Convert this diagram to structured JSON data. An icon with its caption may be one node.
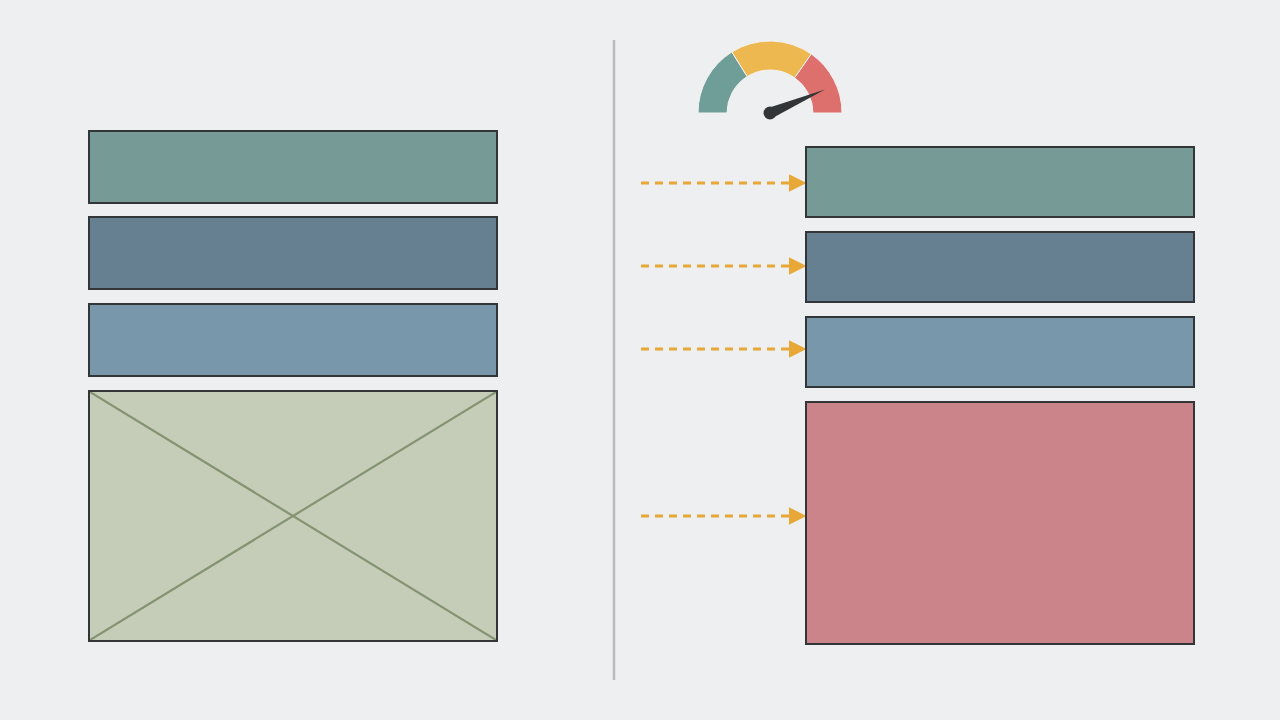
{
  "diagram": {
    "nodes": [
      {
        "text": [],
        "shape": "box"
      },
      {
        "text": [],
        "shape": "box"
      },
      {
        "text": [],
        "shape": "box"
      },
      {
        "text": [],
        "shape": "box"
      },
      {
        "text": [],
        "shape": "box"
      },
      {
        "text": [],
        "shape": "box"
      },
      {
        "text": [],
        "shape": "box"
      },
      {
        "text": [],
        "shape": "box"
      }
    ],
    "edges": [
      {
        "from": null,
        "to": 4,
        "arrow": "to",
        "style": "dashed",
        "color": "#e8a838"
      },
      {
        "from": null,
        "to": 5,
        "arrow": "to",
        "style": "dashed",
        "color": "#e8a838"
      },
      {
        "from": null,
        "to": 6,
        "arrow": "to",
        "style": "dashed",
        "color": "#e8a838"
      },
      {
        "from": null,
        "to": 7,
        "arrow": "to",
        "style": "dashed",
        "color": "#e8a838"
      }
    ]
  }
}
